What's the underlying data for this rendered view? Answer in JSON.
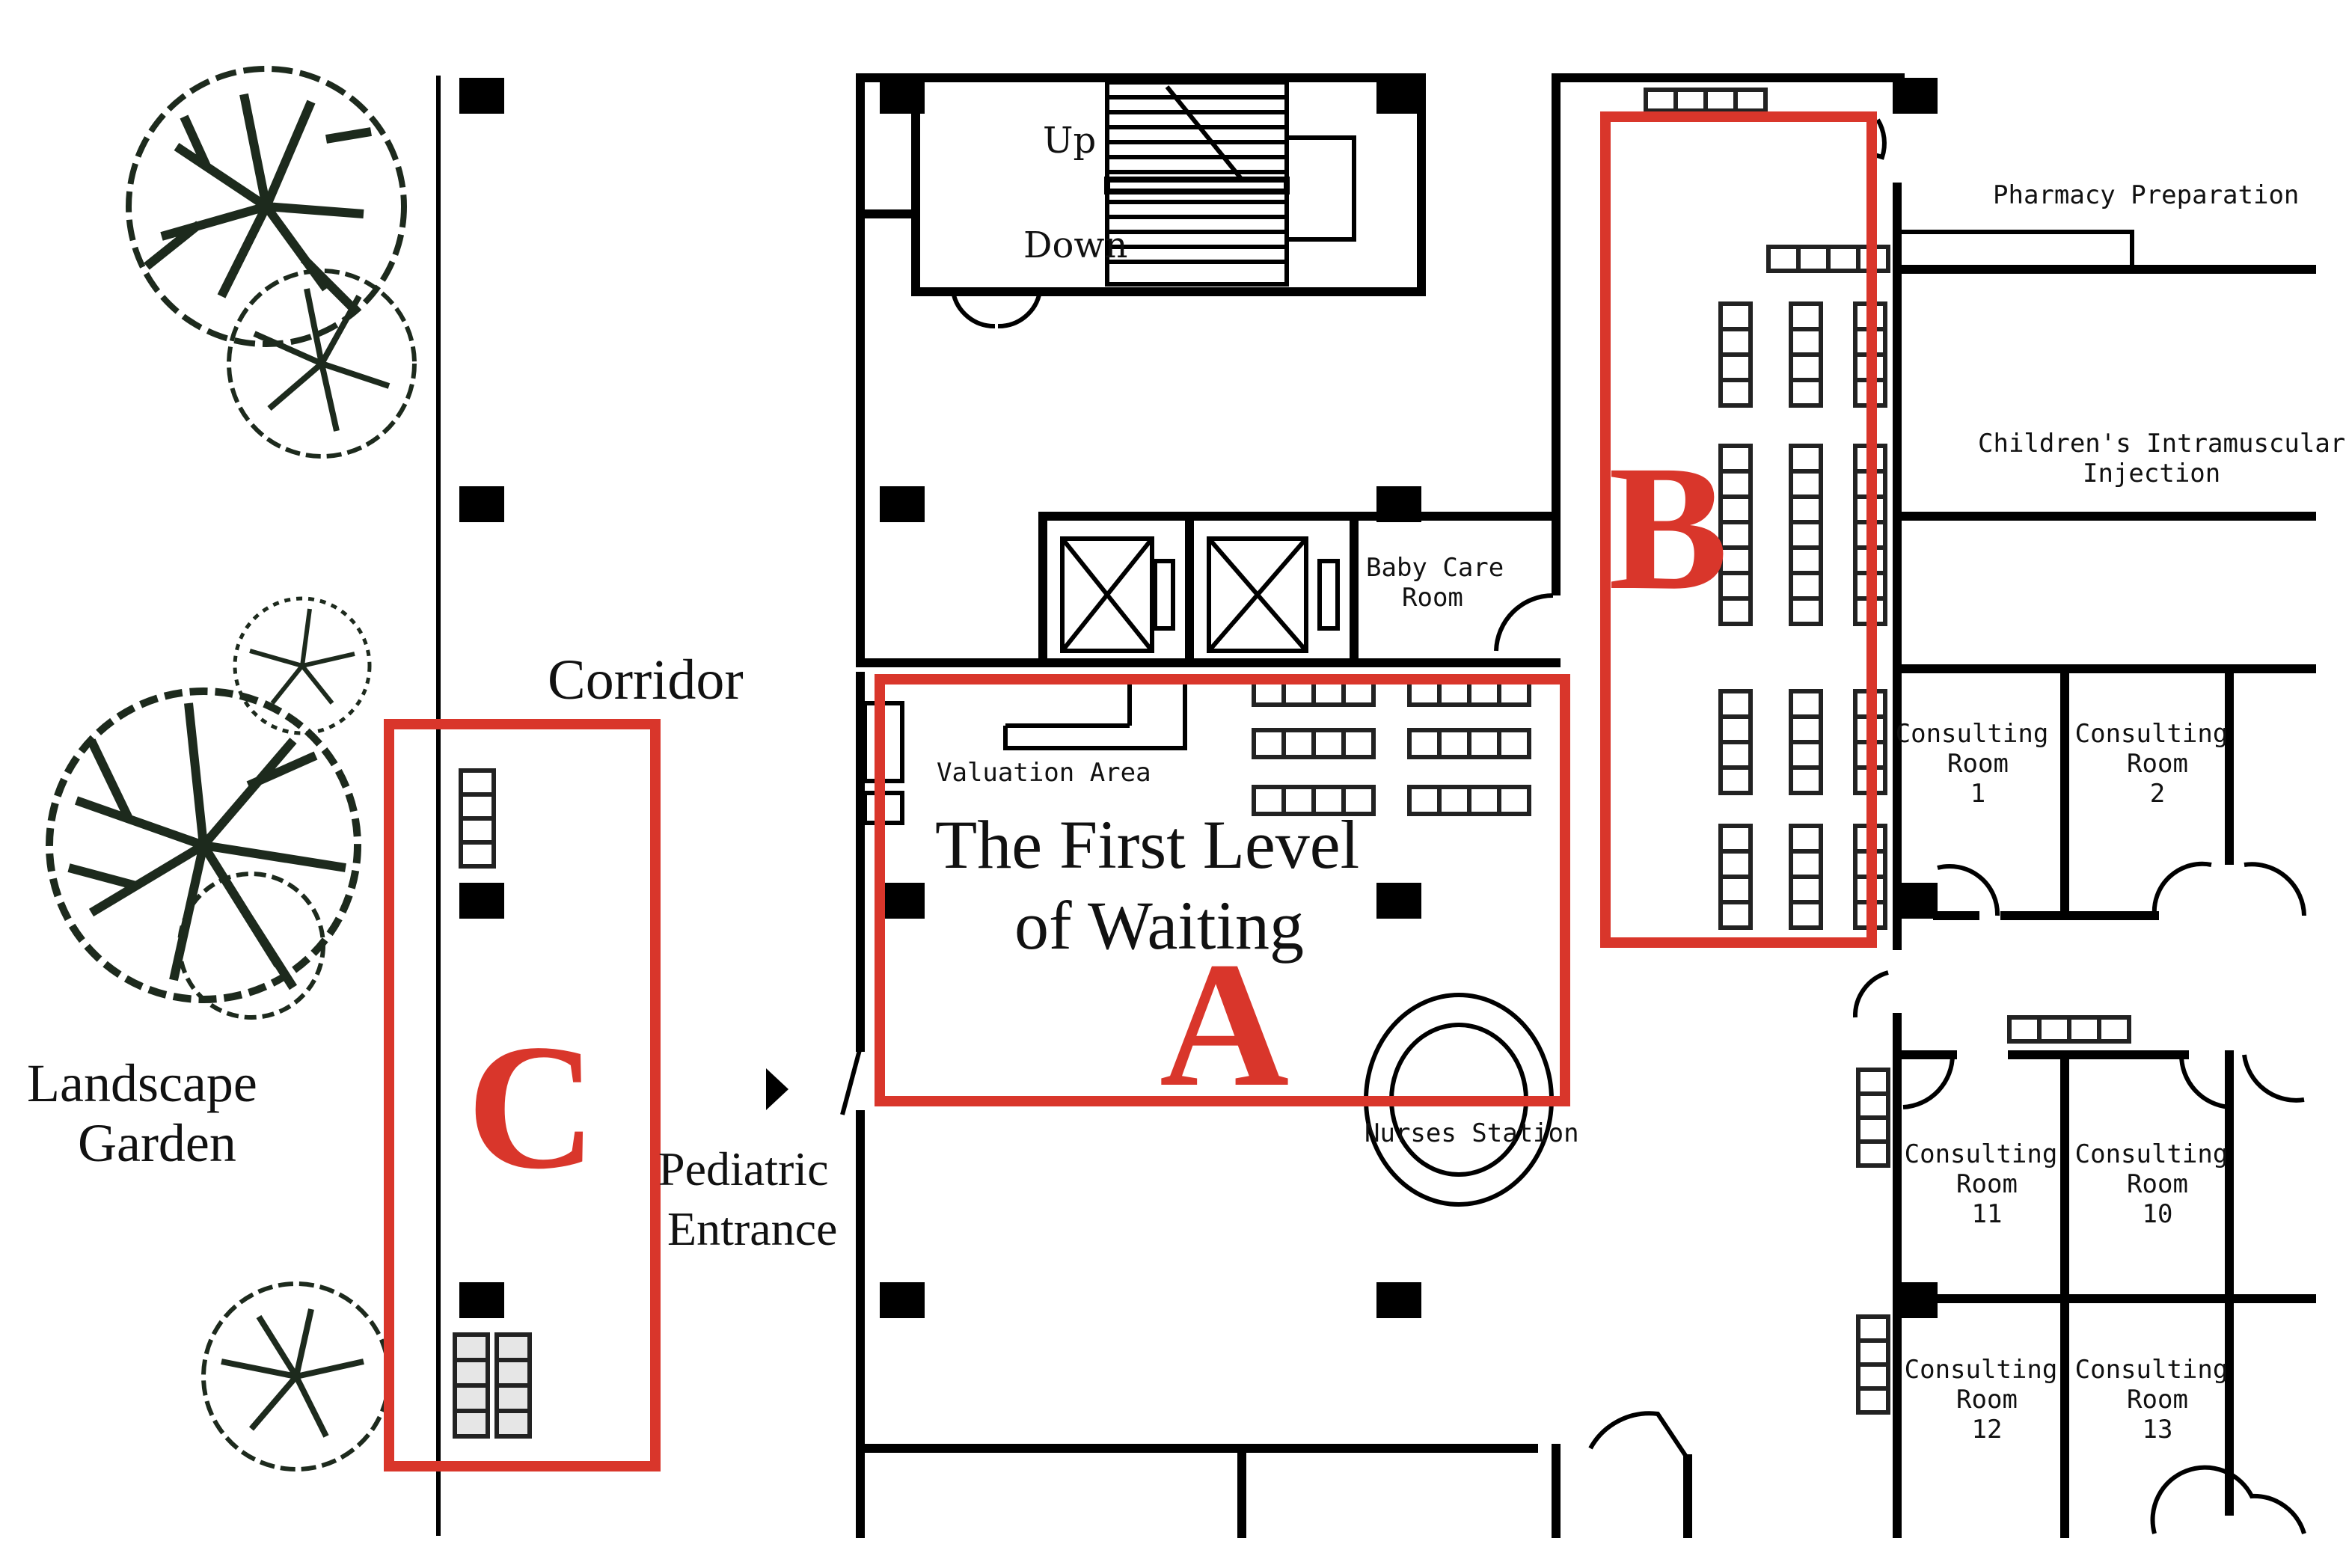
{
  "colors": {
    "zone": "#d9362b",
    "wall": "#000000",
    "tree": "#1d2a1d"
  },
  "labels": {
    "up": "Up",
    "down": "Down",
    "pharmacy": "Pharmacy Preparation",
    "injection_1": "Children's Intramuscular",
    "injection_2": "Injection",
    "baby_care_1": "Baby Care",
    "baby_care_2": "Room",
    "corridor": "Corridor",
    "valuation": "Valuation Area",
    "waiting_1": "The First Level",
    "waiting_2": "of Waiting",
    "landscape_1": "Landscape",
    "landscape_2": "Garden",
    "entrance_1": "Pediatric",
    "entrance_2": "Entrance",
    "nurses": "Nurses Station"
  },
  "zones": {
    "a": "A",
    "b": "B",
    "c": "C"
  },
  "consulting_rooms": [
    {
      "title": "Consulting",
      "room": "Room",
      "num": "1"
    },
    {
      "title": "Consulting",
      "room": "Room",
      "num": "2"
    },
    {
      "title": "Consulting",
      "room": "Room",
      "num": "11"
    },
    {
      "title": "Consulting",
      "room": "Room",
      "num": "10"
    },
    {
      "title": "Consulting",
      "room": "Room",
      "num": "12"
    },
    {
      "title": "Consulting",
      "room": "Room",
      "num": "13"
    }
  ]
}
